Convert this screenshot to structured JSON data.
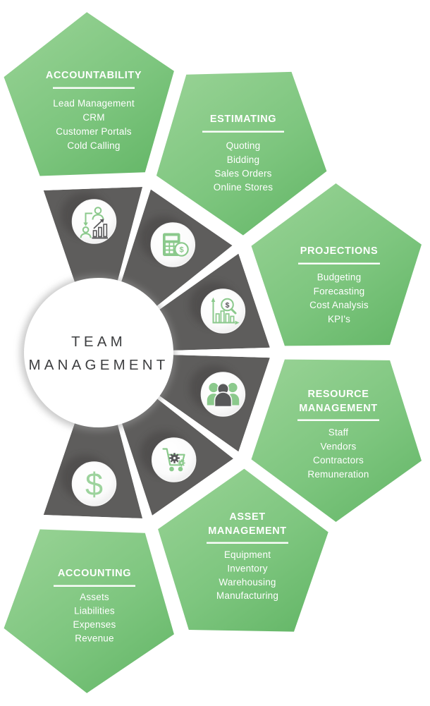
{
  "diagram": {
    "center_title_lines": [
      "TEAM",
      "MANAGEMENT"
    ]
  },
  "glyphs": {
    "dollar": "$"
  },
  "sections": [
    {
      "id": "accountability",
      "title_lines": [
        "ACCOUNTABILITY"
      ],
      "items": [
        "Lead Management",
        "CRM",
        "Customer Portals",
        "Cold Calling"
      ],
      "icon": "person-chart-icon"
    },
    {
      "id": "estimating",
      "title_lines": [
        "ESTIMATING"
      ],
      "items": [
        "Quoting",
        "Bidding",
        "Sales Orders",
        "Online Stores"
      ],
      "icon": "calculator-dollar-icon"
    },
    {
      "id": "projections",
      "title_lines": [
        "PROJECTIONS"
      ],
      "items": [
        "Budgeting",
        "Forecasting",
        "Cost Analysis",
        "KPI's"
      ],
      "icon": "chart-magnifier-dollar-icon"
    },
    {
      "id": "resource-management",
      "title_lines": [
        "RESOURCE",
        "MANAGEMENT"
      ],
      "items": [
        "Staff",
        "Vendors",
        "Contractors",
        "Remuneration"
      ],
      "icon": "people-group-icon"
    },
    {
      "id": "asset-management",
      "title_lines": [
        "ASSET",
        "MANAGEMENT"
      ],
      "items": [
        "Equipment",
        "Inventory",
        "Warehousing",
        "Manufacturing"
      ],
      "icon": "cart-gears-icon"
    },
    {
      "id": "accounting",
      "title_lines": [
        "ACCOUNTING"
      ],
      "items": [
        "Assets",
        "Liabilities",
        "Expenses",
        "Revenue"
      ],
      "icon": "dollar-sign-icon"
    }
  ],
  "colors": {
    "green_light": "#97d294",
    "green_mid": "#7ec67f",
    "green_dark": "#65b768",
    "wedge_gray": "#5e5d5c",
    "icon_green": "#8bc98c",
    "icon_dark": "#58585a",
    "center_text": "#3e3f41",
    "white": "#ffffff"
  }
}
